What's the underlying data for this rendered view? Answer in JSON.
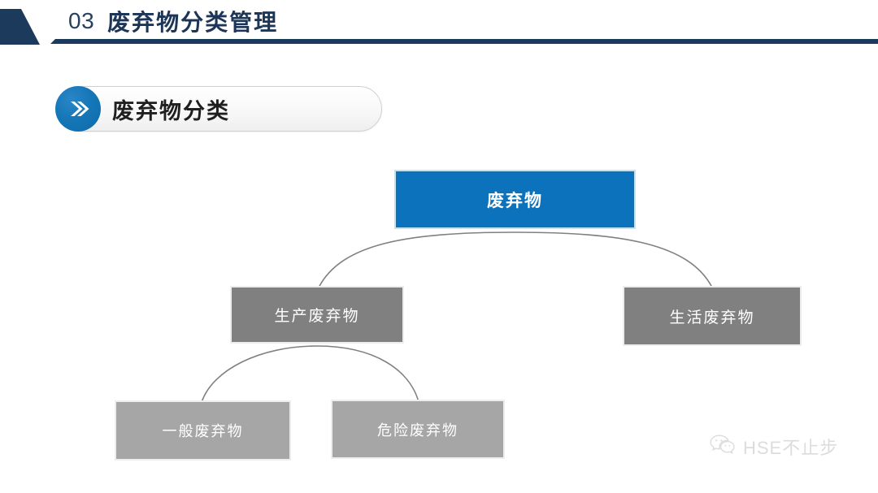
{
  "slide": {
    "header": {
      "number": "03",
      "title": "废弃物分类管理"
    },
    "section": {
      "label": "废弃物分类",
      "badge_icon": "double-chevron-right-icon"
    },
    "diagram": {
      "type": "tree",
      "nodes": [
        {
          "id": "root",
          "label": "废弃物",
          "level": 1,
          "color": "#0D72BC"
        },
        {
          "id": "prod",
          "label": "生产废弃物",
          "level": 2,
          "color": "#808080"
        },
        {
          "id": "life",
          "label": "生活废弃物",
          "level": 2,
          "color": "#808080"
        },
        {
          "id": "general",
          "label": "一般废弃物",
          "level": 3,
          "color": "#A6A6A6"
        },
        {
          "id": "hazard",
          "label": "危险废弃物",
          "level": 3,
          "color": "#A6A6A6"
        }
      ],
      "edges": [
        {
          "from": "root",
          "to": "prod"
        },
        {
          "from": "root",
          "to": "life"
        },
        {
          "from": "prod",
          "to": "general"
        },
        {
          "from": "prod",
          "to": "hazard"
        }
      ],
      "connector_color": "#808080"
    },
    "watermark": {
      "icon": "wechat-icon",
      "text": "HSE不止步"
    },
    "colors": {
      "header_navy": "#1B3A5C",
      "accent_blue": "#0D72BC",
      "gray_mid": "#808080",
      "gray_light": "#A6A6A6",
      "watermark": "#DCDCDC"
    }
  }
}
